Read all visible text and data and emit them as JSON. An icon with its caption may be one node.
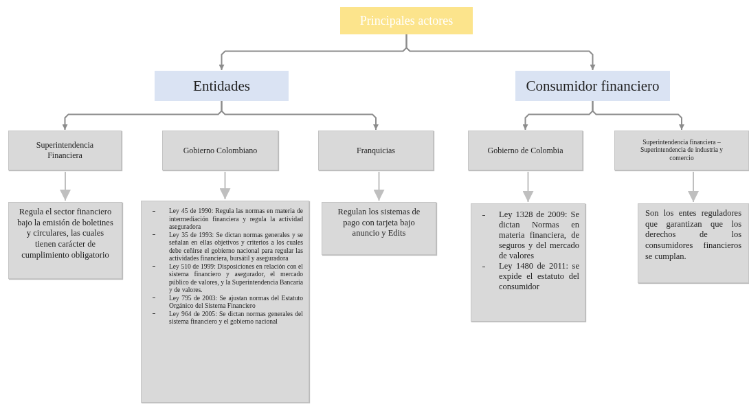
{
  "diagram": {
    "nodes": [
      {
        "text": [
          "Principales actores"
        ]
      },
      {
        "text": [
          "Entidades"
        ]
      },
      {
        "text": [
          "Consumidor financiero"
        ]
      },
      {
        "text": [
          "Superintendencia Financiera"
        ]
      },
      {
        "text": [
          "Gobierno Colombiano"
        ]
      },
      {
        "text": [
          "Franquicias"
        ]
      },
      {
        "text": [
          "Gobierno de Colombia"
        ]
      },
      {
        "text": [
          "Superintendencia financiera – Superintendencia de industria y comercio"
        ]
      },
      {
        "text": [
          "Regula el sector financiero bajo la emisión de boletines y circulares, las cuales tienen carácter de cumplimiento obligatorio"
        ]
      },
      {
        "text": [
          "Ley 45 de 1990: Regula las normas en materia de intermediación financiera y regula la actividad aseguradora",
          "Ley 35 de 1993: Se dictan normas generales y se señalan en ellas objetivos y criterios a los cuales debe ceñirse el gobierno nacional para regular las actividades financiera, bursátil y aseguradora",
          "Ley 510 de 1999: Disposiciones en relación con el sistema financiero y asegurador, el mercado público de valores, y la Superintendencia Bancaria y de valores.",
          "Ley 795 de 2003: Se ajustan normas del Estatuto Orgánico del Sistema Financiero",
          "Ley 964 de 2005: Se dictan normas generales del sistema financiero y el gobierno nacional"
        ]
      },
      {
        "text": [
          "Regulan los sistemas de pago con tarjeta bajo anuncio y Edits"
        ]
      },
      {
        "text": [
          "Ley 1328 de 2009: Se dictan Normas en materia financiera, de seguros y del mercado de valores",
          "Ley 1480 de 2011: se expide el estatuto del consumidor"
        ]
      },
      {
        "text": [
          "Son los entes reguladores que garantizan que los derechos de los consumidores financieros se cumplan."
        ]
      }
    ],
    "edges": [
      {
        "from": 0,
        "to": 1,
        "arrow": "to"
      },
      {
        "from": 0,
        "to": 2,
        "arrow": "to"
      },
      {
        "from": 1,
        "to": 3,
        "arrow": "to"
      },
      {
        "from": 1,
        "to": 5,
        "arrow": "to"
      },
      {
        "from": 2,
        "to": 6,
        "arrow": "to"
      },
      {
        "from": 2,
        "to": 7,
        "arrow": "to"
      },
      {
        "from": 3,
        "to": 8,
        "arrow": "to",
        "color": "#bfbfbf"
      },
      {
        "from": 4,
        "to": 9,
        "arrow": "to",
        "color": "#bfbfbf"
      },
      {
        "from": 5,
        "to": 10,
        "arrow": "to",
        "color": "#bfbfbf"
      },
      {
        "from": 6,
        "to": 11,
        "arrow": "to",
        "color": "#bfbfbf"
      },
      {
        "from": 7,
        "to": 12,
        "arrow": "to",
        "color": "#bfbfbf"
      }
    ]
  }
}
